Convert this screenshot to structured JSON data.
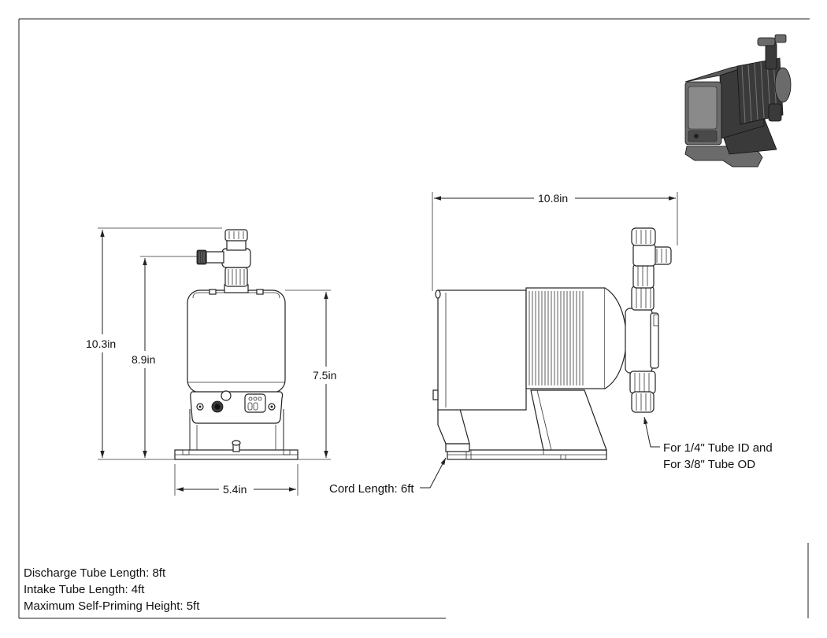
{
  "dimensions": {
    "front_height_overall": "10.3in",
    "front_height_knob": "8.9in",
    "front_height_body": "7.5in",
    "front_width": "5.4in",
    "side_width": "10.8in"
  },
  "callouts": {
    "tube_line1": "For 1/4\" Tube ID and",
    "tube_line2": "For 3/8\" Tube OD",
    "cord": "Cord Length: 6ft"
  },
  "notes": {
    "discharge": "Discharge Tube Length: 8ft",
    "intake": "Intake Tube Length: 4ft",
    "priming": "Maximum Self-Priming Height: 5ft"
  }
}
